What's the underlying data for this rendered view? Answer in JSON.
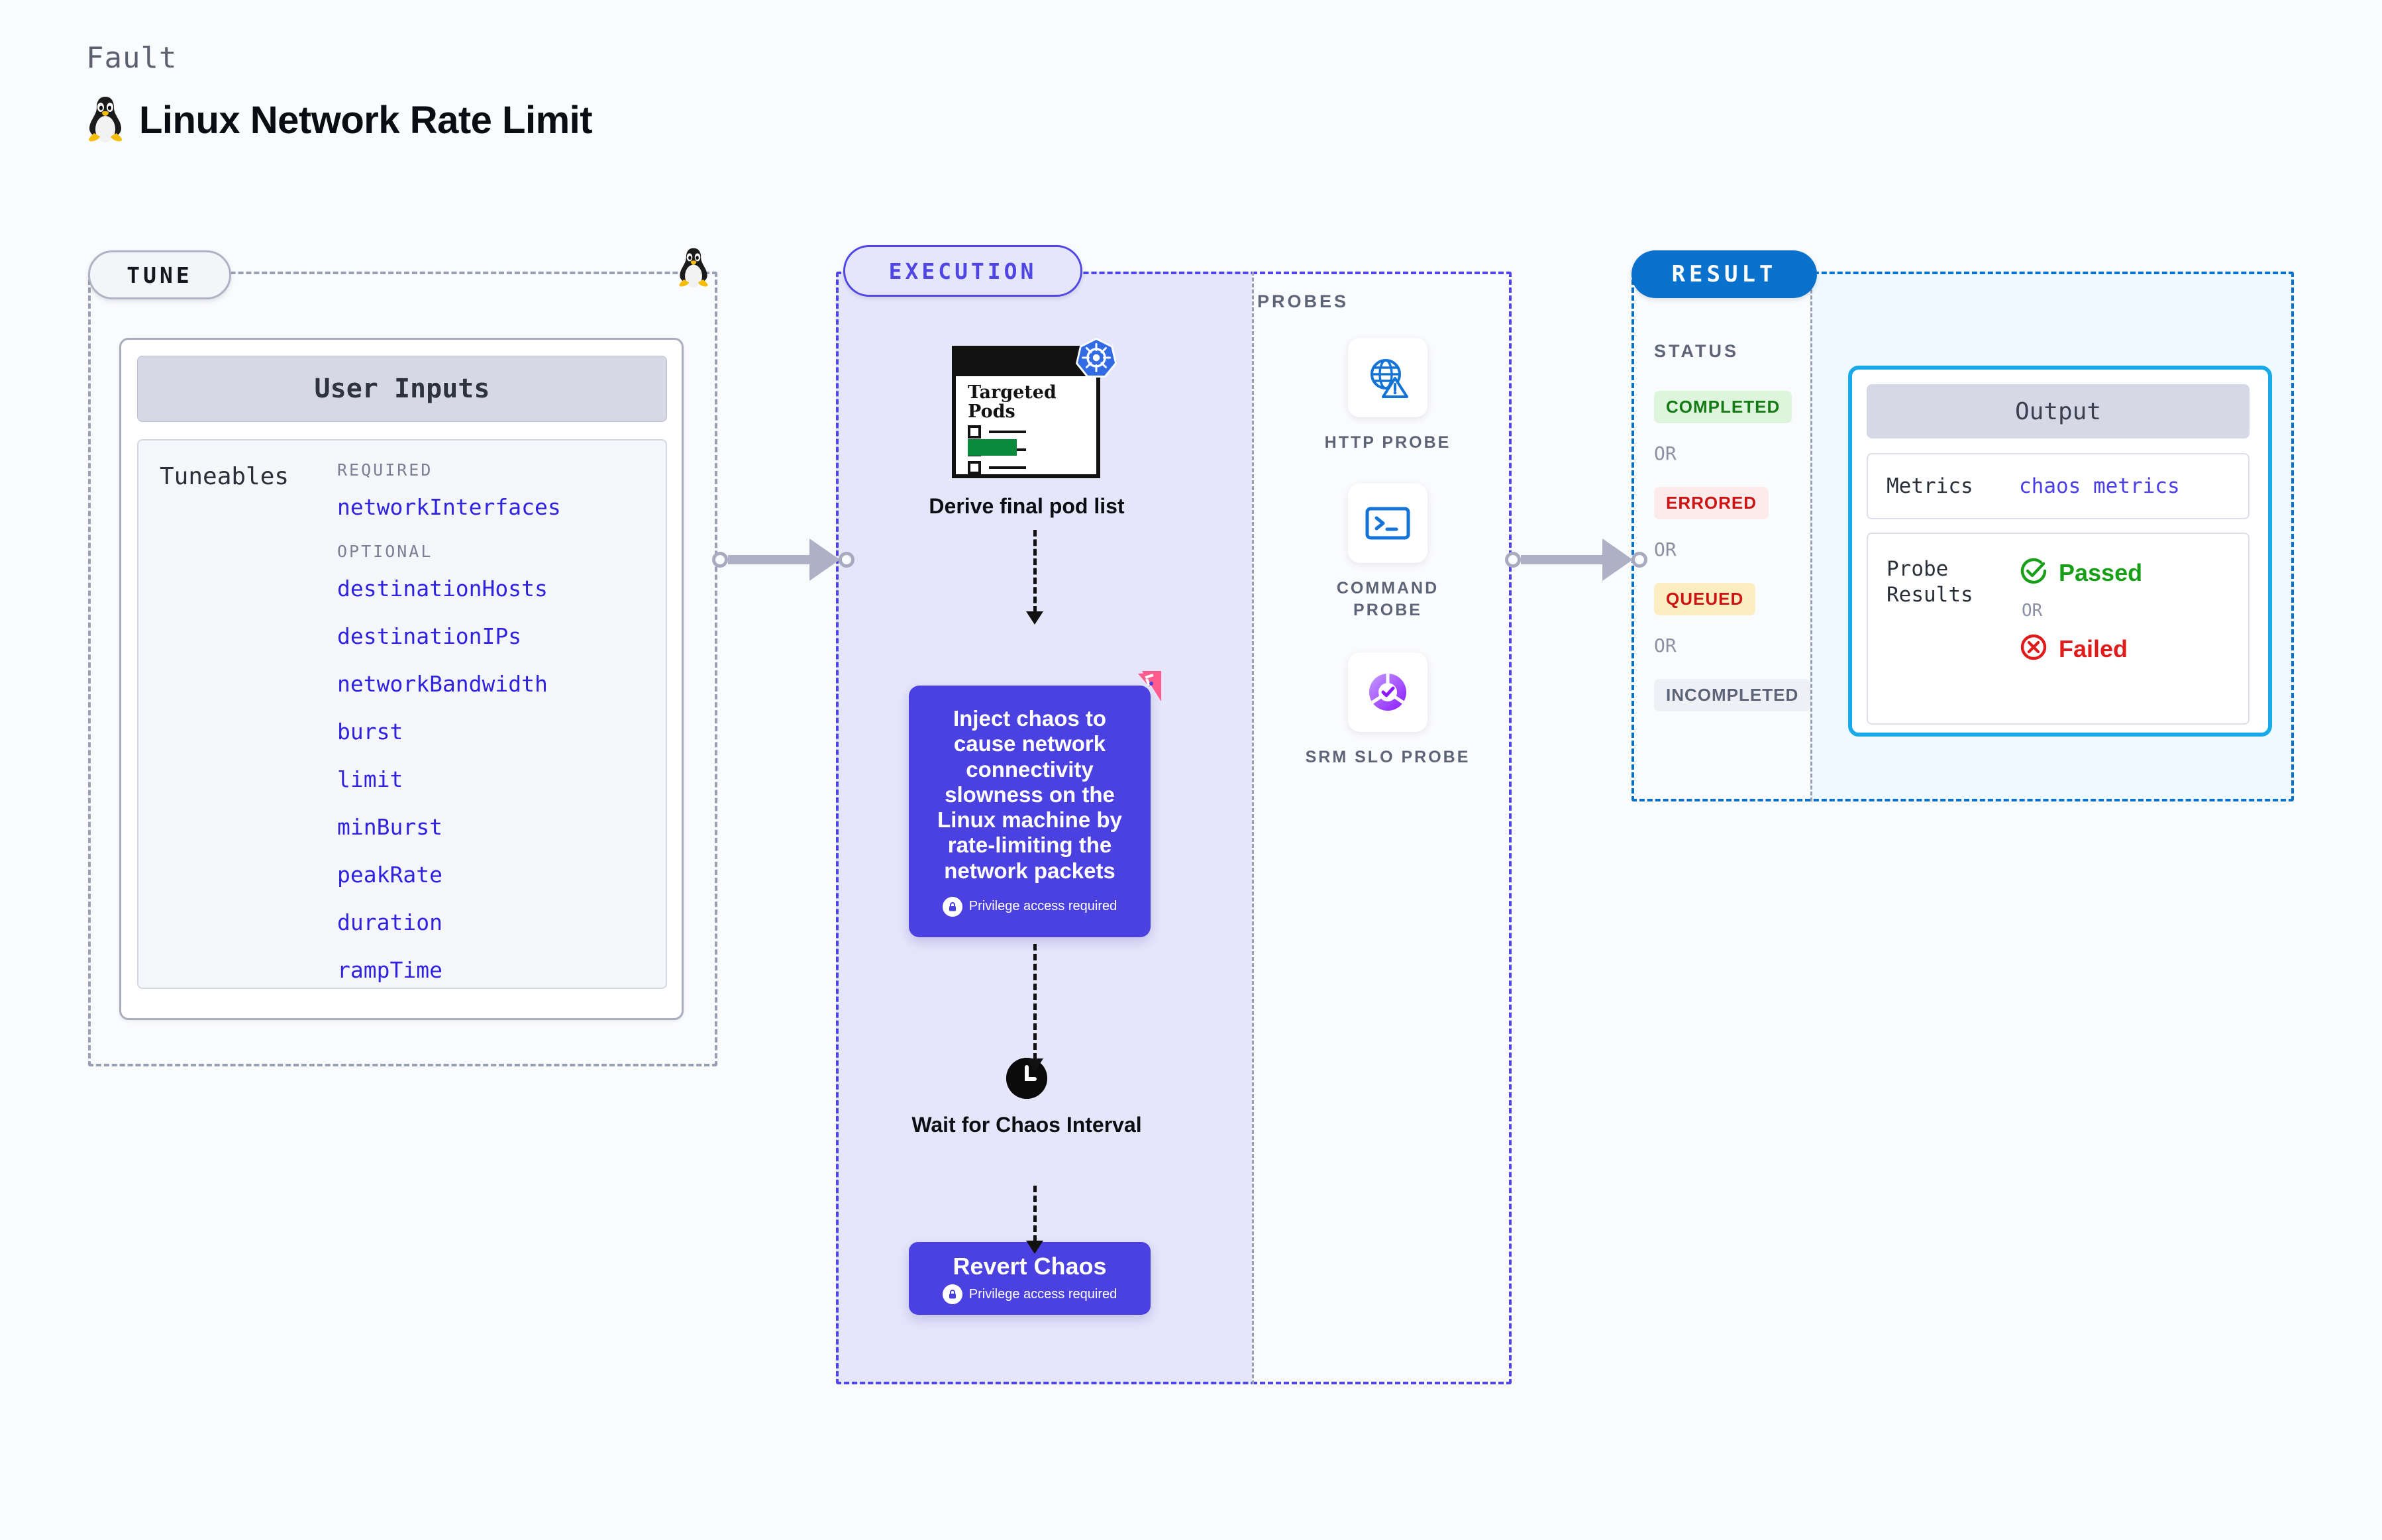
{
  "header": {
    "eyebrow": "Fault",
    "title": "Linux Network Rate Limit",
    "icon": "linux-penguin-icon"
  },
  "tune": {
    "pill_label": "TUNE",
    "card_header": "User Inputs",
    "tuneables_label": "Tuneables",
    "groups": [
      {
        "label": "REQUIRED",
        "items": [
          "networkInterfaces"
        ]
      },
      {
        "label": "OPTIONAL",
        "items": [
          "destinationHosts",
          "destinationIPs",
          "networkBandwidth",
          "burst",
          "limit",
          "minBurst",
          "peakRate",
          "duration",
          "rampTime"
        ]
      }
    ]
  },
  "execution": {
    "pill_label": "EXECUTION",
    "pods_card": {
      "title_line1": "Targeted",
      "title_line2": "Pods",
      "badge": "kubernetes-icon"
    },
    "pods_caption": "Derive final pod list",
    "inject": {
      "text": "Inject chaos to cause network connectivity slowness on the Linux machine by rate-limiting the network packets",
      "privilege_note": "Privilege access required",
      "badge": "litmus-icon"
    },
    "wait": {
      "icon": "clock-icon",
      "caption": "Wait for Chaos Interval"
    },
    "revert": {
      "title": "Revert Chaos",
      "privilege_note": "Privilege access required"
    }
  },
  "probes": {
    "section_label": "PROBES",
    "items": [
      {
        "label": "HTTP PROBE",
        "icon": "globe-warning-icon"
      },
      {
        "label": "COMMAND PROBE",
        "icon": "terminal-icon"
      },
      {
        "label": "SRM SLO PROBE",
        "icon": "slo-donut-check-icon"
      }
    ]
  },
  "result": {
    "pill_label": "RESULT",
    "status_label": "STATUS",
    "or_label": "OR",
    "statuses": [
      {
        "label": "COMPLETED",
        "bg": "#dcf5dc",
        "fg": "#167a16"
      },
      {
        "label": "ERRORED",
        "bg": "#fdeaea",
        "fg": "#cc1414"
      },
      {
        "label": "QUEUED",
        "bg": "#fdeec2",
        "fg": "#cc1414"
      },
      {
        "label": "INCOMPLETED",
        "bg": "#eef0f5",
        "fg": "#5e6478"
      }
    ],
    "output": {
      "header": "Output",
      "metrics_key": "Metrics",
      "metrics_value": "chaos metrics",
      "probe_results_key_line1": "Probe",
      "probe_results_key_line2": "Results",
      "passed_label": "Passed",
      "failed_label": "Failed",
      "or_label": "OR",
      "passed_icon": "check-circle-icon",
      "failed_icon": "x-circle-icon"
    }
  },
  "colors": {
    "accent_indigo": "#4a41e0",
    "accent_blue": "#0a72cc",
    "accent_cyan": "#18a9e8",
    "kubernetes": "#326ce5",
    "litmus_pink": "#ff5c8d",
    "tune_text": "#2f23e0"
  }
}
